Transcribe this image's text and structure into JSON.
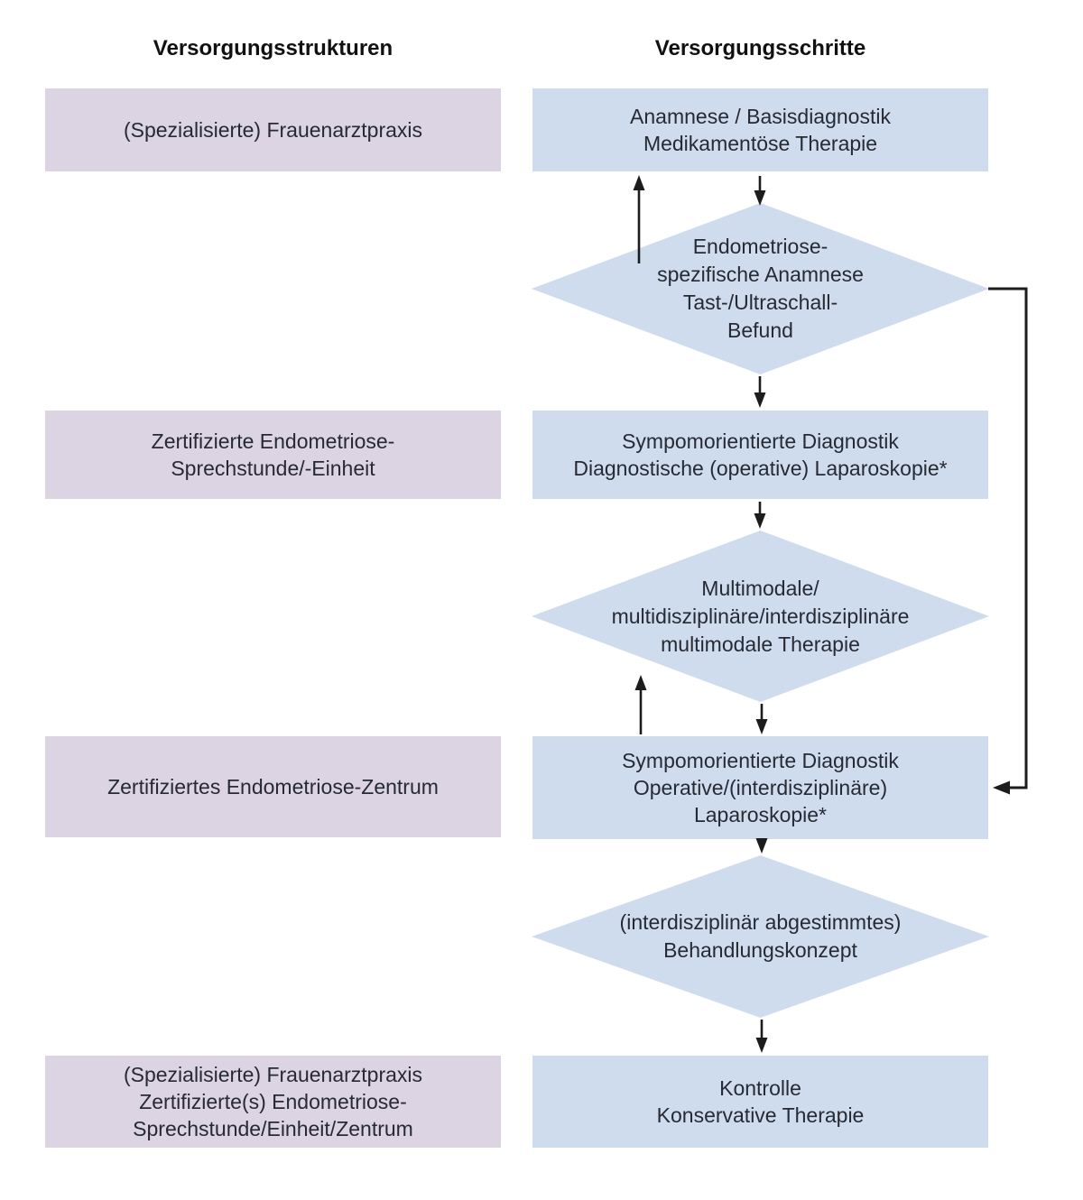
{
  "headers": {
    "left": "Versorgungsstrukturen",
    "right": "Versorgungsschritte"
  },
  "colors": {
    "structure_fill": "#dcd3e3",
    "step_fill": "#cfdcee",
    "arrow": "#1c1c1c",
    "text": "#262a33",
    "header_text": "#111111"
  },
  "structures": [
    {
      "label": "(Spezialisierte) Frauenarztpraxis"
    },
    {
      "label": "Zertifizierte Endometriose-\nSprechstunde/-Einheit"
    },
    {
      "label": "Zertifiziertes Endometriose-Zentrum"
    },
    {
      "label": "(Spezialisierte) Frauenarztpraxis\nZertifizierte(s) Endometriose-\nSprechstunde/Einheit/Zentrum"
    }
  ],
  "steps": [
    {
      "label": "Anamnese / Basisdiagnostik\nMedikamentöse Therapie"
    },
    {
      "label": "Sympomorientierte Diagnostik\nDiagnostische (operative) Laparoskopie*"
    },
    {
      "label": "Sympomorientierte Diagnostik\nOperative/(interdisziplinäre)\nLaparoskopie*"
    },
    {
      "label": "Kontrolle\nKonservative Therapie"
    }
  ],
  "decisions": [
    {
      "label": "Endometriose-\nspezifische Anamnese\nTast-/Ultraschall-\nBefund"
    },
    {
      "label": "Multimodale/\nmultidisziplinäre/interdisziplinäre\nmultimodale Therapie"
    },
    {
      "label": "(interdisziplinär abgestimmtes)\nBehandlungskonzept"
    }
  ]
}
